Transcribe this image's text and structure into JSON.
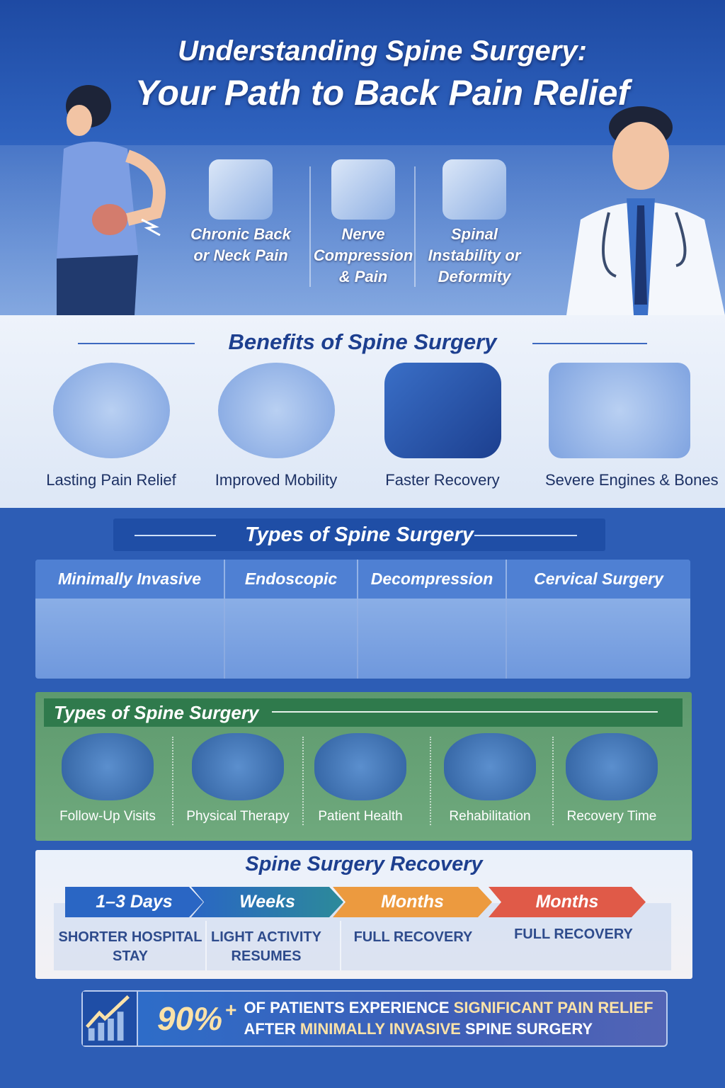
{
  "title": {
    "line1": "Understanding Spine Surgery:",
    "line2": "Your Path to Back Pain Relief"
  },
  "conditions": [
    {
      "label": "Chronic Back or Neck Pain",
      "icon": "spine-lightning-icon"
    },
    {
      "label": "Nerve Compression & Pain",
      "icon": "nerve-compression-icon"
    },
    {
      "label": "Spinal Instability or Deformity",
      "icon": "vertebrae-icon"
    }
  ],
  "benefits": {
    "heading": "Benefits of Spine Surgery",
    "items": [
      {
        "label": "Lasting Pain Relief",
        "icon": "man-shoulder-pain-icon"
      },
      {
        "label": "Improved Mobility",
        "icon": "flexing-man-icon"
      },
      {
        "label": "Faster Recovery",
        "icon": "shield-spine-icon"
      },
      {
        "label": "Severe Engines & Bones",
        "icon": "spine-disc-icon"
      }
    ]
  },
  "types": {
    "heading": "Types of Spine Surgery",
    "cards": [
      {
        "label": "Minimally Invasive",
        "icon": "scalpel-tools-icon"
      },
      {
        "label": "Endoscopic",
        "icon": "endoscope-icon"
      },
      {
        "label": "Decompression",
        "icon": "decompressed-disc-icon"
      },
      {
        "label": "Cervical Surgery",
        "icon": "cervical-vertebrae-icon"
      }
    ]
  },
  "aftercare": {
    "heading": "Types of Spine Surgery",
    "items": [
      {
        "label": "Follow-Up Visits",
        "icon": "bandaged-spine-icon"
      },
      {
        "label": "Physical Therapy",
        "icon": "therapy-equipment-icon"
      },
      {
        "label": "Patient Health",
        "icon": "patient-health-icon"
      },
      {
        "label": "Rehabilitation",
        "icon": "clipboard-bag-icon"
      },
      {
        "label": "Recovery Time",
        "icon": "hospital-bed-icon"
      }
    ]
  },
  "recovery": {
    "heading": "Spine Surgery Recovery",
    "stages": [
      {
        "time": "1–3 Days",
        "desc": "SHORTER HOSPITAL STAY",
        "color": "#2a66c4"
      },
      {
        "time": "Weeks",
        "desc": "LIGHT ACTIVITY RESUMES",
        "color": "#2c7fa6"
      },
      {
        "time": "Months",
        "desc": "FULL RECOVERY",
        "color": "#ec9a3f"
      },
      {
        "time": "Months",
        "desc": "FULL RECOVERY",
        "color": "#e05a48"
      }
    ]
  },
  "stat": {
    "value": "90%",
    "plus": "+",
    "line1_a": "OF PATIENTS EXPERIENCE ",
    "line1_b": "SIGNIFICANT PAIN RELIEF",
    "line2_a": "AFTER ",
    "line2_b": "MINIMALLY INVASIVE",
    "line2_c": " SPINE SURGERY"
  }
}
